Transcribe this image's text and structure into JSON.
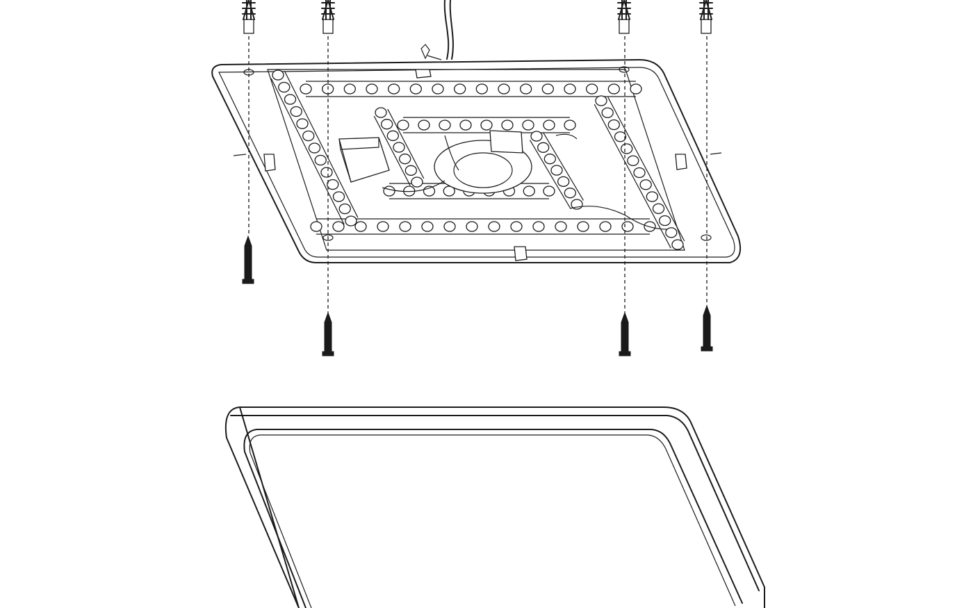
{
  "colors": {
    "line": "#1a1a1a",
    "background": "#ffffff"
  },
  "parts": {
    "wall_anchors": 4,
    "screws": 4,
    "mounting_plate_icon": "led-mounting-plate",
    "diffuser_icon": "square-diffuser-frame",
    "cable_icon": "power-cable"
  }
}
